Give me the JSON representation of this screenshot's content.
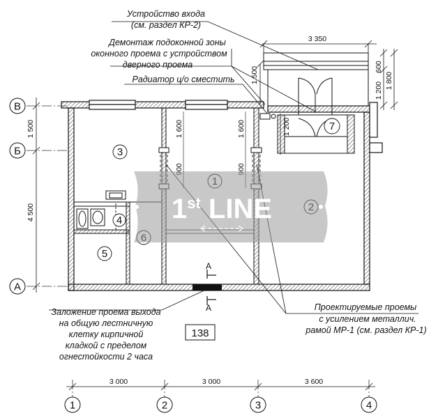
{
  "annotations": {
    "entrance_device": [
      "Устройство входа",
      "(см. раздел КР-2)"
    ],
    "sill_dismantle": [
      "Демонтаж подоконной зоны",
      "оконного проема с устройством",
      "дверного проема"
    ],
    "radiator": "Радиатор ц/о сместить",
    "stair_opening": [
      "Заложение проема выхода",
      "на общую лестничную",
      "клетку кирпичной",
      "кладкой  с пределом",
      "огнестойкости 2 часа"
    ],
    "projected_openings": [
      "Проектируемые проемы",
      "с усилением металлич.",
      "рамой МР-1 (см. раздел КР-1)"
    ]
  },
  "sheet_number": "138",
  "section_mark": "А",
  "axes": {
    "vertical": [
      "1",
      "2",
      "3",
      "4"
    ],
    "horizontal": [
      "В",
      "Б",
      "А"
    ]
  },
  "rooms": [
    "1",
    "2",
    "3",
    "4",
    "5",
    "6",
    "7"
  ],
  "dimensions": {
    "bottom": [
      "3 000",
      "3 000",
      "3 600"
    ],
    "left": [
      "1 500",
      "4 500"
    ],
    "porch_width": "3 350",
    "porch_heights": [
      "600",
      "1 200",
      "1 800"
    ],
    "porch_vertical": "1 500",
    "porch_inner": "1 200",
    "wall_heights": [
      "1 600",
      "1 600"
    ],
    "wall_openings": [
      "900",
      "900"
    ]
  },
  "watermark": {
    "main": "1",
    "sup": "st",
    "tail": " LINE"
  }
}
